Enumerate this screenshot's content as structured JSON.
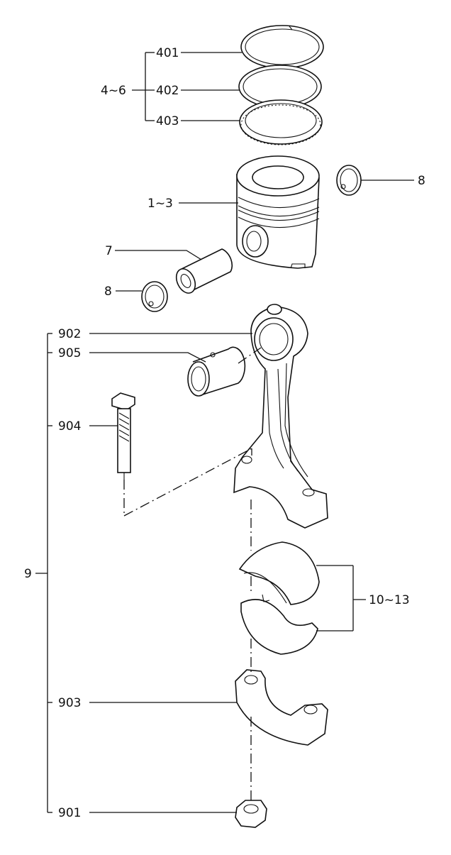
{
  "labels": {
    "ring_top": "401",
    "ring_second": "402",
    "ring_oil": "403",
    "ring_set": "4~6",
    "piston": "1~3",
    "snap_ring_right": "8",
    "snap_ring_left": "8",
    "piston_pin": "7",
    "conrod": "902",
    "bushing": "905",
    "bolt": "904",
    "conrod_assembly": "9",
    "bearings": "10~13",
    "cap": "903",
    "nut": "901"
  }
}
